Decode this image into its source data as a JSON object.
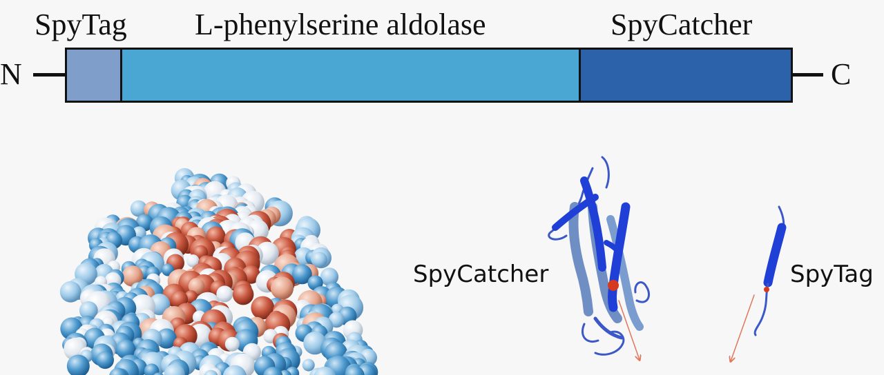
{
  "construct": {
    "n_terminus": "N",
    "c_terminus": "C",
    "domains": [
      {
        "label": "SpyTag",
        "color": "#7f9ec9"
      },
      {
        "label": "L-phenylserine aldolase",
        "color": "#4aa7d4"
      },
      {
        "label": "SpyCatcher",
        "color": "#2c62a9"
      }
    ]
  },
  "structures": {
    "spycatcher_label": "SpyCatcher",
    "spytag_label": "SpyTag"
  },
  "colors": {
    "surface_red": "#c9573f",
    "surface_blue": "#3f8fc8",
    "surface_white": "#e8eef4",
    "ribbon_blue": "#1f3fd6",
    "ribbon_light": "#6f8fc4",
    "reactive_residue": "#d63a1e",
    "arrow": "#e0765a"
  }
}
